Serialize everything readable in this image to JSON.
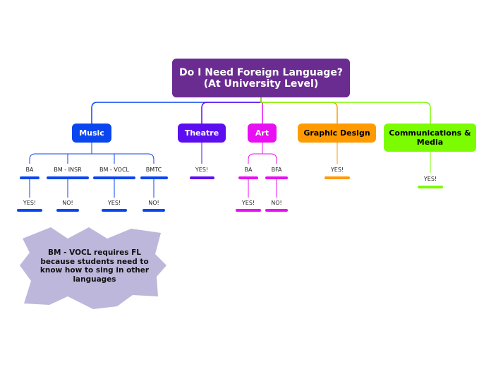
{
  "root": {
    "label": "Do I Need Foreign Language?\n(At University Level)"
  },
  "branches": [
    {
      "id": "music",
      "label": "Music",
      "color": "#0a46f0",
      "children": [
        {
          "label": "BA",
          "answer": "YES!"
        },
        {
          "label": "BM - INSR",
          "answer": "NO!"
        },
        {
          "label": "BM - VOCL",
          "answer": "YES!"
        },
        {
          "label": "BMTC",
          "answer": "NO!"
        }
      ]
    },
    {
      "id": "theatre",
      "label": "Theatre",
      "color": "#5c0ef0",
      "answer": "YES!"
    },
    {
      "id": "art",
      "label": "Art",
      "color": "#e80ff2",
      "children": [
        {
          "label": "BA",
          "answer": "YES!"
        },
        {
          "label": "BFA",
          "answer": "NO!"
        }
      ]
    },
    {
      "id": "graphic-design",
      "label": "Graphic Design",
      "color": "#ff9a00",
      "answer": "YES!"
    },
    {
      "id": "communications-media",
      "label": "Communications & Media",
      "color": "#7cfc00",
      "answer": "YES!"
    }
  ],
  "callout": {
    "text": "BM - VOCL requires FL because students need to know how to sing in other languages",
    "color": "#bdb7dc"
  }
}
